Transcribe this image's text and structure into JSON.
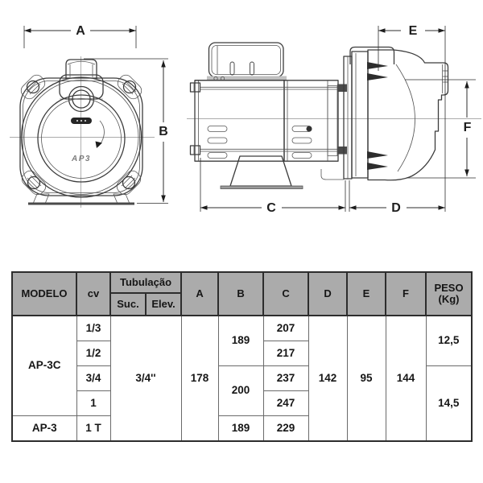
{
  "diagram": {
    "dim_labels": {
      "A": "A",
      "B": "B",
      "C": "C",
      "D": "D",
      "E": "E",
      "F": "F"
    },
    "front_view": {
      "face_text": "AP3"
    },
    "colors": {
      "line": "#3c3c3c",
      "centerline": "#8f8f8f",
      "header_gray": "#ababab"
    }
  },
  "table": {
    "headers": {
      "modelo": "MODELO",
      "cv": "cv",
      "tubulacao": "Tubulação",
      "suc": "Suc.",
      "elev": "Elev.",
      "a": "A",
      "b": "B",
      "c": "C",
      "d": "D",
      "e": "E",
      "f": "F",
      "peso_line1": "PESO",
      "peso_line2": "(Kg)"
    },
    "body": {
      "modelo_ap3c": "AP-3C",
      "modelo_ap3": "AP-3",
      "cv": [
        "1/3",
        "1/2",
        "3/4",
        "1",
        "1 T"
      ],
      "tubulacao_value": "3/4''",
      "a": "178",
      "b": [
        "189",
        "200",
        "189"
      ],
      "c": [
        "207",
        "217",
        "237",
        "247",
        "229"
      ],
      "d": "142",
      "e": "95",
      "f": "144",
      "peso": [
        "12,5",
        "14,5"
      ]
    }
  }
}
